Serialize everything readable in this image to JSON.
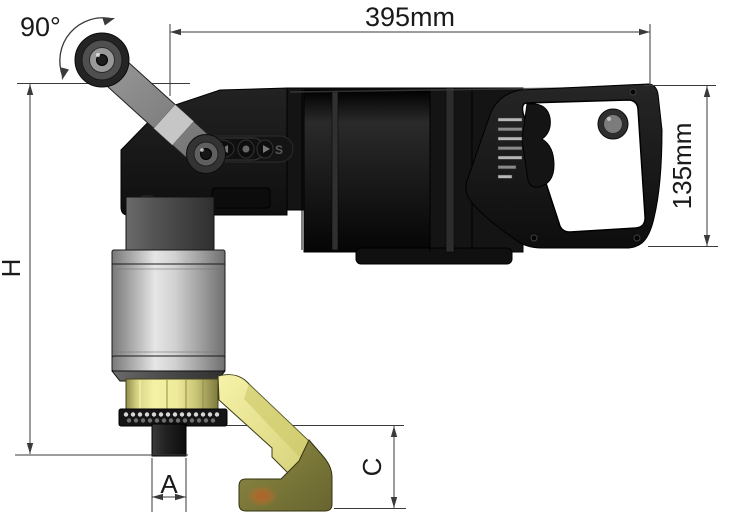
{
  "meta": {
    "type": "technical-dimension-drawing",
    "subject": "right-angle electric torque wrench with reaction arm, side view"
  },
  "dimensions": {
    "rotation_angle": "90°",
    "overall_length": "395mm",
    "handle_height": "135mm",
    "tool_height": "H",
    "square_drive_width": "A",
    "reaction_foot_height": "C"
  },
  "tool": {
    "selector_button_label": "S",
    "control_icons": [
      "double-left-arrow",
      "dot-button",
      "right-arrow"
    ]
  },
  "colors": {
    "background": "#ffffff",
    "body_black": "#161616",
    "gearbox_gray": "#d9d9d9",
    "reaction_arm_yellow": "#f0eb9d",
    "reaction_foot_olive": "#7b7839",
    "foot_orange_spot": "#c05a26",
    "dimension_line": "#3a3a3a",
    "text": "#1a1a1a"
  }
}
